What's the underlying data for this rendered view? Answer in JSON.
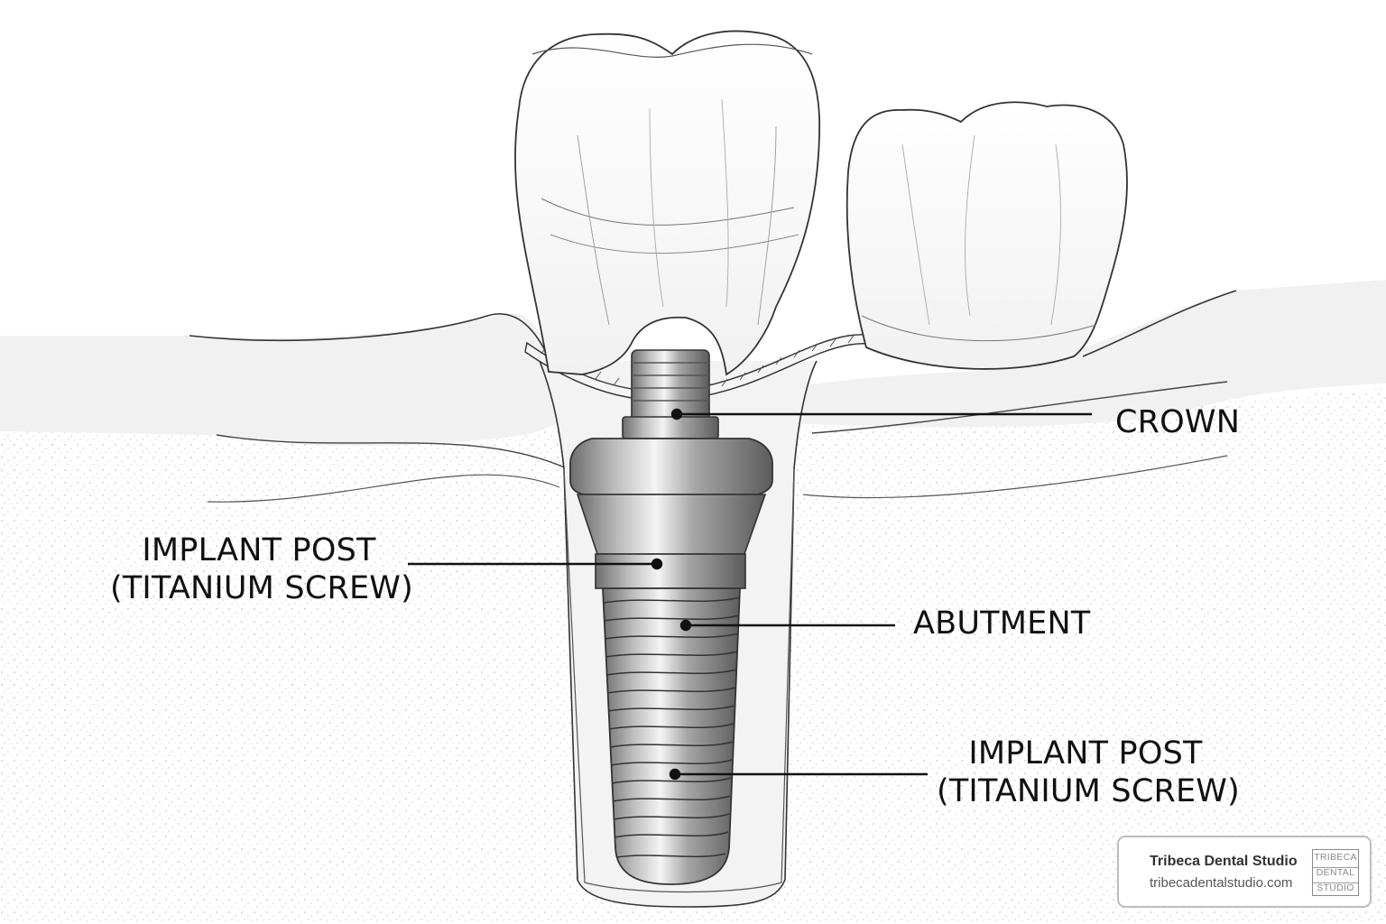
{
  "labels": {
    "crown": "CROWN",
    "abutment": "ABUTMENT",
    "implant_post_left": {
      "line1": "IMPLANT POST",
      "line2": "(TITANIUM SCREW)"
    },
    "implant_post_right": {
      "line1": "IMPLANT POST",
      "line2": "(TITANIUM SCREW)"
    }
  },
  "watermark": {
    "name": "Tribeca Dental Studio",
    "url": "tribecadentalstudio.com",
    "logo_lines": [
      "TRIBECA",
      "DENTAL",
      "STUDIO"
    ]
  },
  "icons": [
    "tribeca-dental-logo-icon"
  ],
  "colors": {
    "line": "#111111",
    "tooth": "#ffffff",
    "metal": "#a8a8a8",
    "gum": "#eeeeee",
    "bone_dots": "#bdbdbd"
  }
}
